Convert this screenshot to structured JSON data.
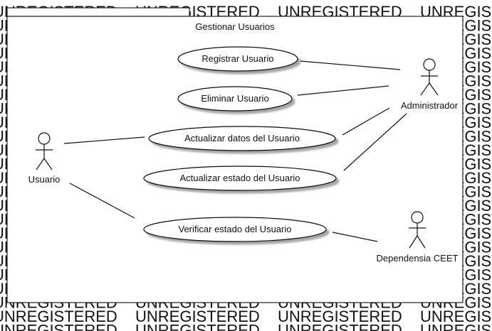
{
  "diagram": {
    "package_title": "Gestionar Usuarios",
    "watermark_text": "UNREGISTERED",
    "actors": {
      "usuario": "Usuario",
      "administrador": "Administrador",
      "dependencia": "Dependensia CEET"
    },
    "use_cases": {
      "registrar": "Registrar Usuario",
      "eliminar": "Eliminar Usuario",
      "actualizar_datos": "Actualizar datos del Usuario",
      "actualizar_estado": "Actualizar estado del Usuario",
      "verificar_estado": "Verificar estado del Usuario"
    }
  }
}
